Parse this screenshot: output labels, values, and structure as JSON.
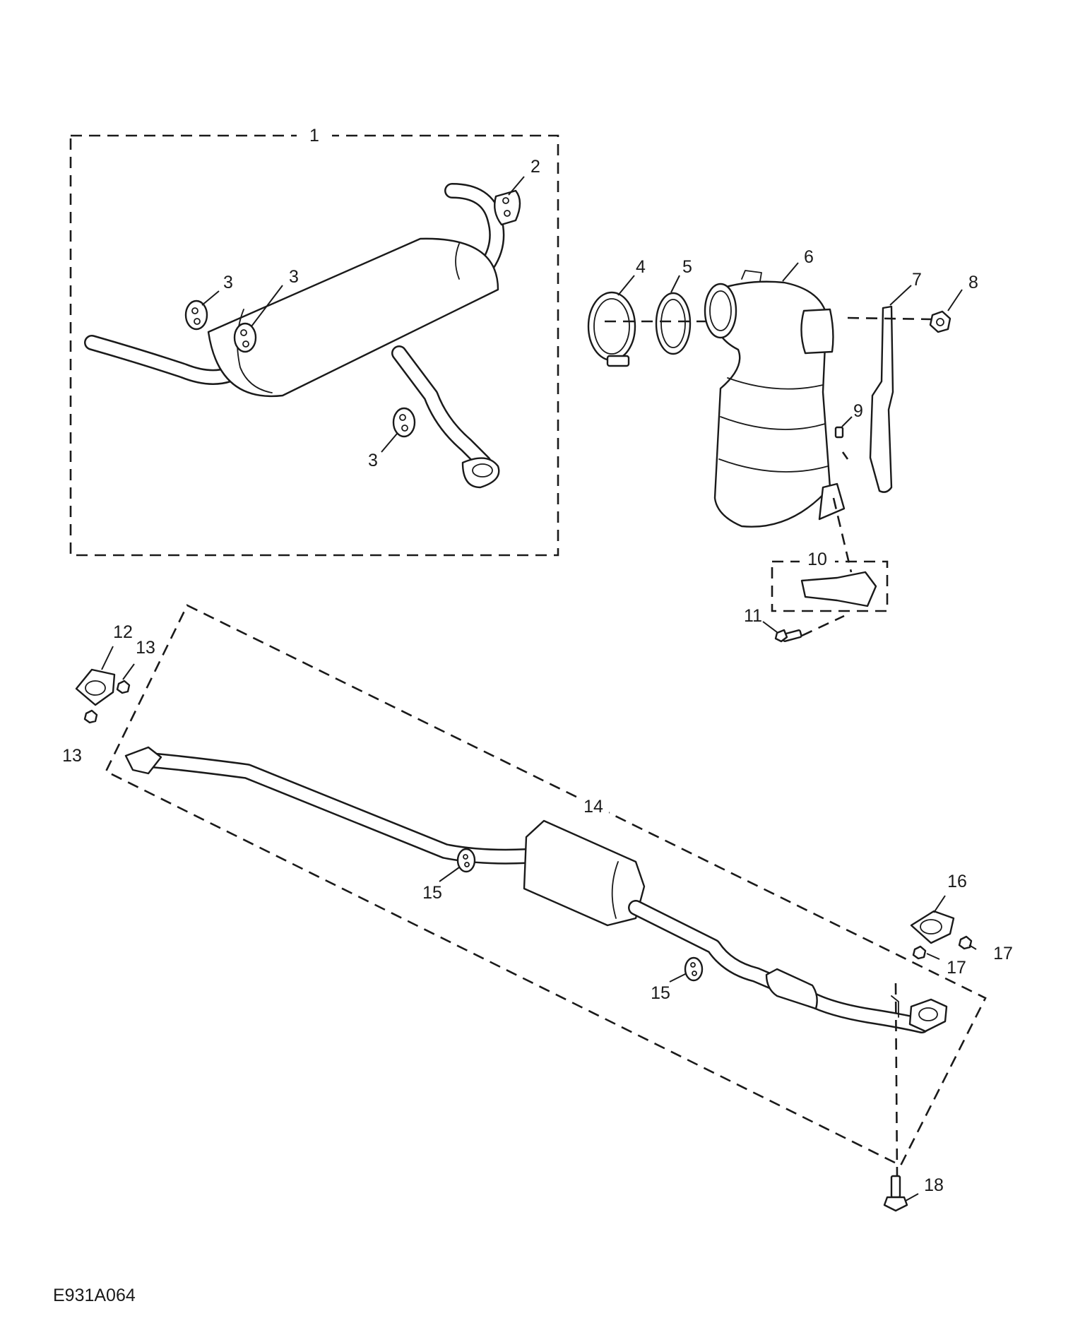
{
  "figure_ref": "E931A064",
  "callouts": {
    "c1": "1",
    "c2": "2",
    "c3a": "3",
    "c3b": "3",
    "c3c": "3",
    "c4": "4",
    "c5": "5",
    "c6": "6",
    "c7": "7",
    "c8": "8",
    "c9": "9",
    "c10": "10",
    "c11": "11",
    "c12": "12",
    "c13a": "13",
    "c13b": "13",
    "c14": "14",
    "c15a": "15",
    "c15b": "15",
    "c16": "16",
    "c17a": "17",
    "c17b": "17",
    "c18": "18"
  }
}
